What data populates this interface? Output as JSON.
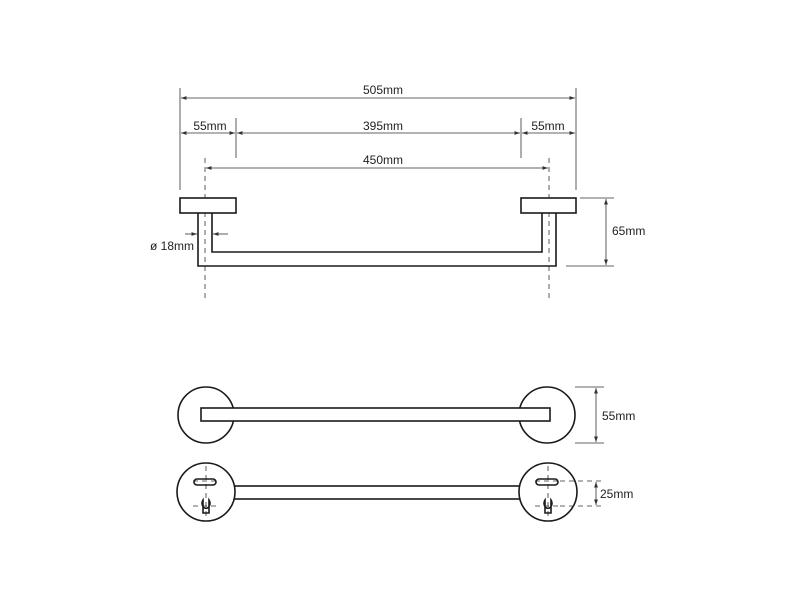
{
  "dimensions": {
    "overall_length": "505mm",
    "base_left": "55mm",
    "bar_span": "395mm",
    "base_right": "55mm",
    "center_distance": "450mm",
    "post_diameter": "ø 18mm",
    "projection": "65mm",
    "base_diameter": "55mm",
    "hole_spacing": "25mm"
  },
  "colors": {
    "line": "#1a1a1a",
    "dimension": "#333333",
    "background": "#ffffff"
  }
}
